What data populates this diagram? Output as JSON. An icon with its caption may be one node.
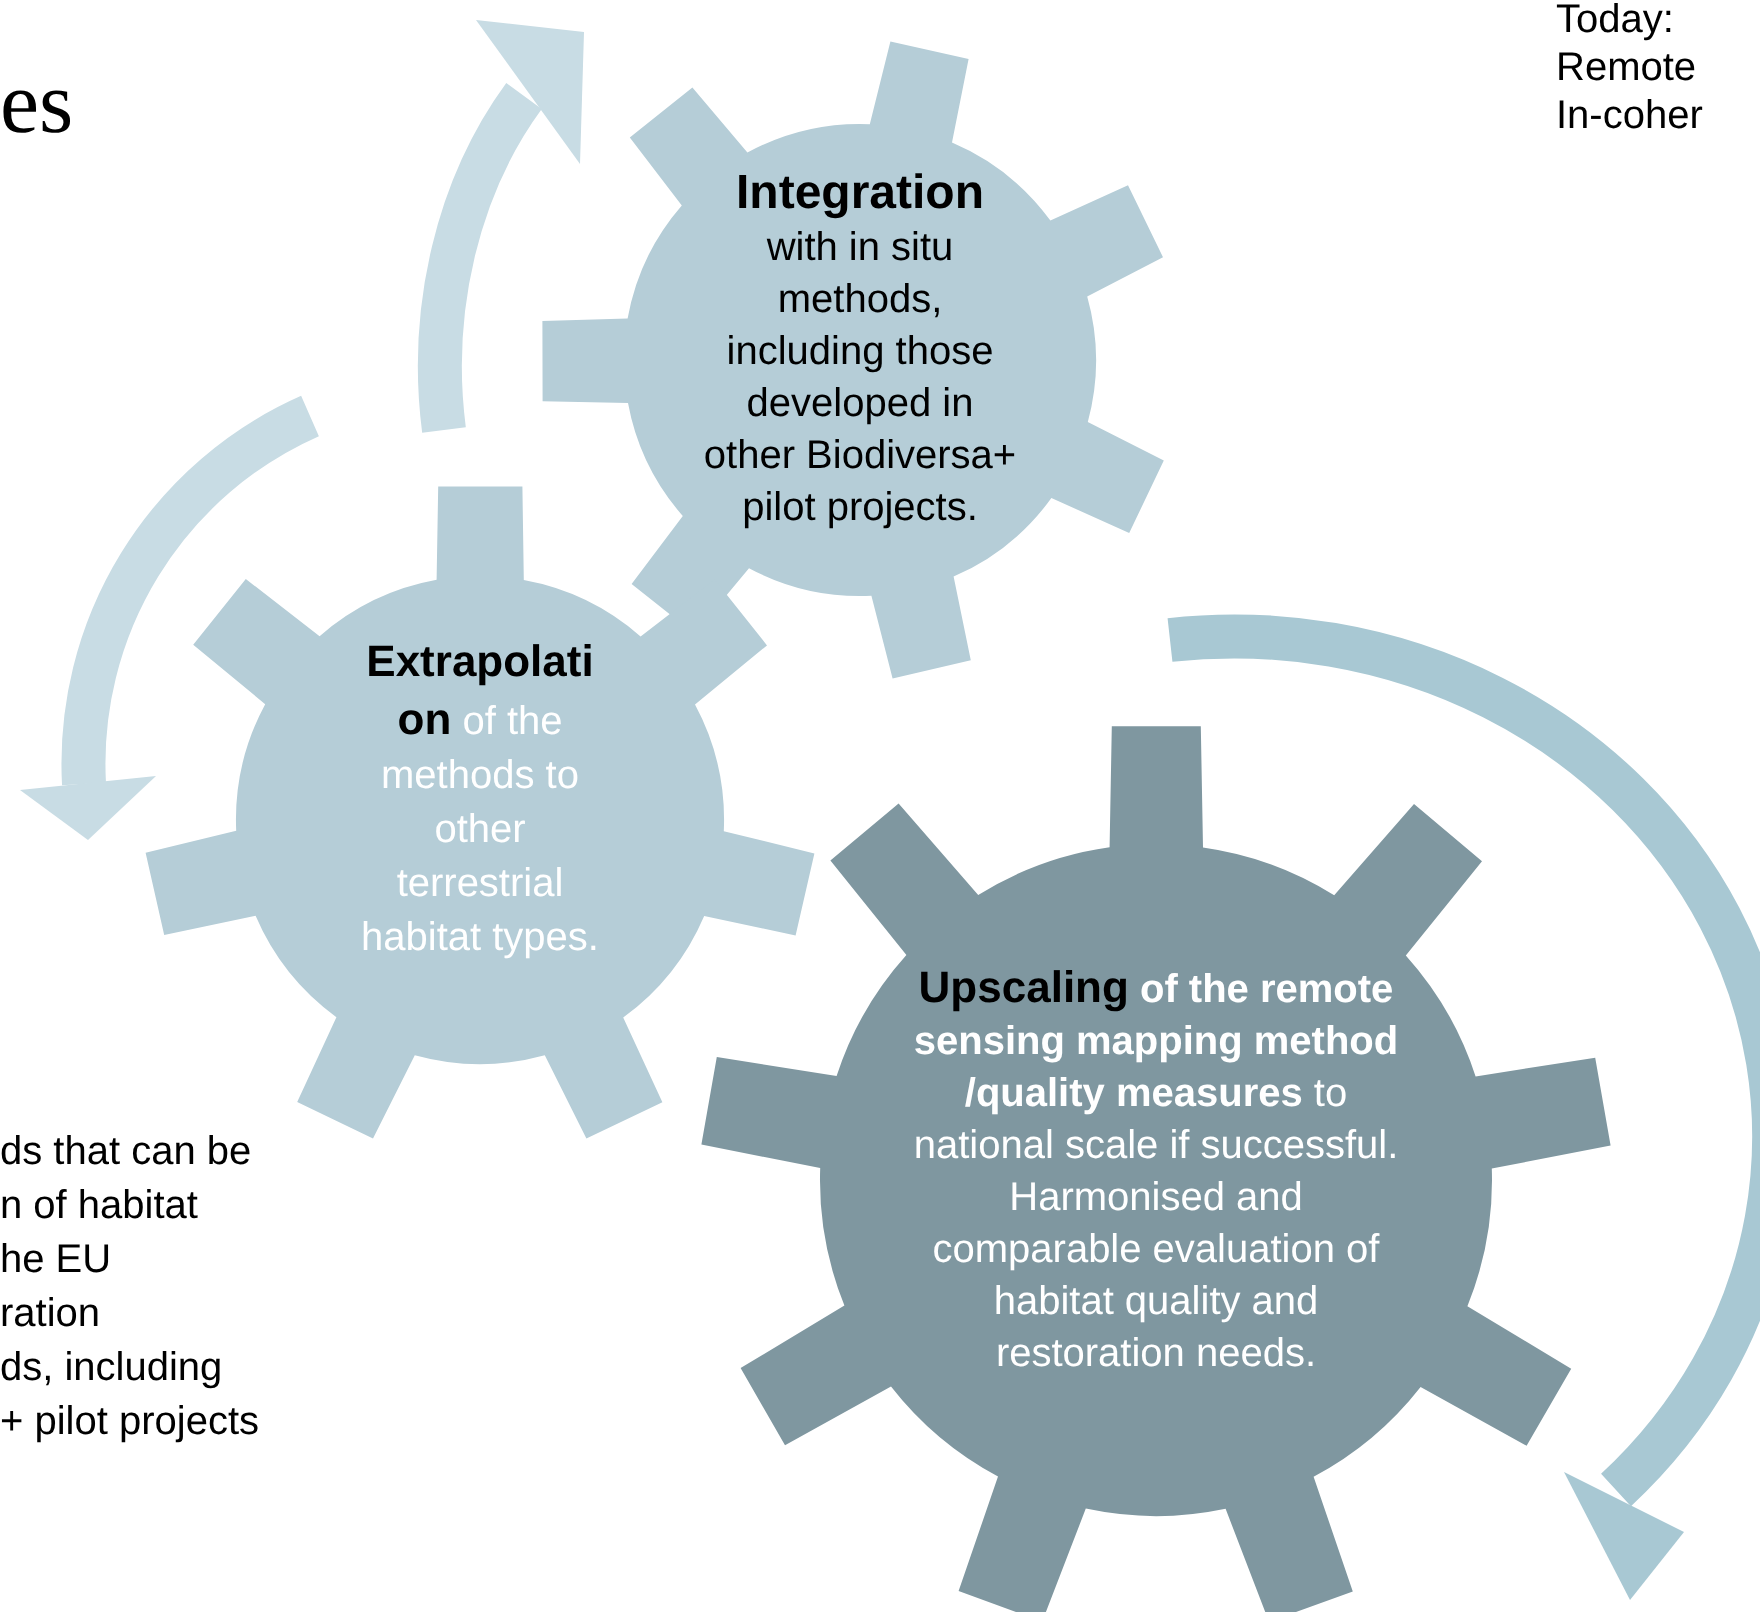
{
  "diagram": {
    "nodes": [
      {
        "text": [
          "Integration",
          "with in situ methods, including those developed in other Biodiversa+ pilot projects."
        ]
      },
      {
        "text": [
          "Extrapolation",
          "of the methods to other terrestrial habitat types."
        ]
      },
      {
        "text": [
          "Upscaling",
          "**of the remote sensing mapping method /quality measures** to national scale if successful. Harmonised and comparable evaluation of habitat quality and restoration needs."
        ]
      }
    ],
    "edges": [],
    "labels": [
      "es",
      "Today:",
      "Remote",
      "In-coher",
      "ds that can be",
      "n of habitat",
      "he EU",
      "ration",
      "ds, including",
      "+ pilot projects"
    ]
  }
}
